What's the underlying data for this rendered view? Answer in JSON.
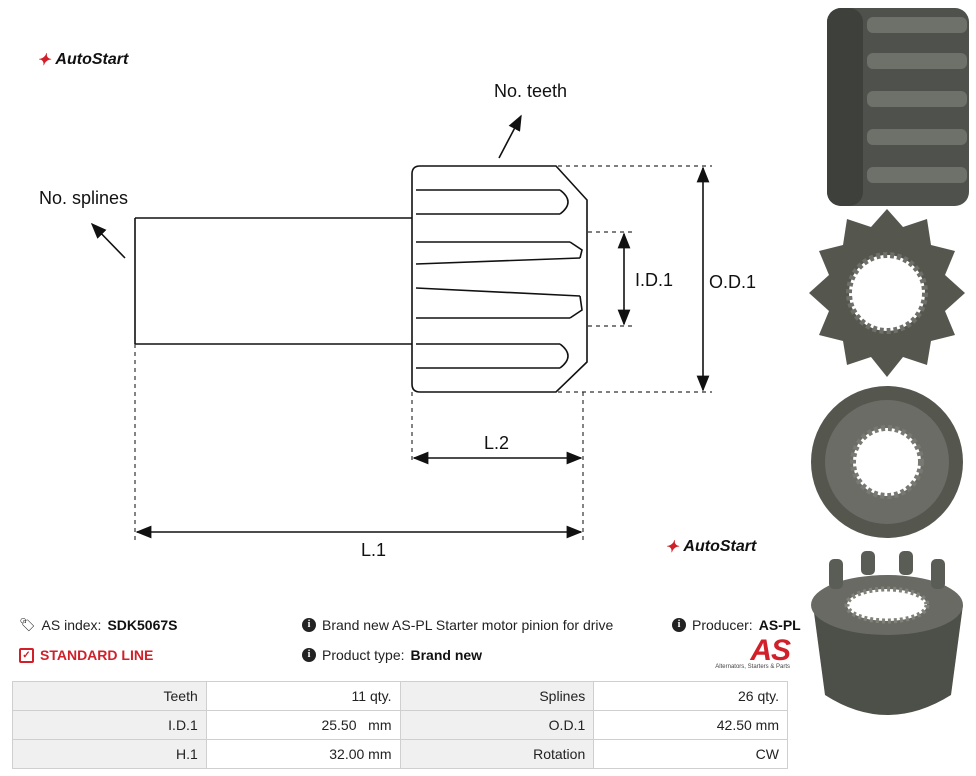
{
  "brand": {
    "name": "AutoStart",
    "mark": "✦"
  },
  "drawing": {
    "no_teeth": "No. teeth",
    "no_splines": "No. splines",
    "id1": "I.D.1",
    "od1": "O.D.1",
    "l2": "L.2",
    "l1": "L.1"
  },
  "info": {
    "as_index_label": "AS index:",
    "as_index_value": "SDK5067S",
    "standard_line": "STANDARD LINE",
    "description": "Brand new AS-PL Starter motor pinion for drive",
    "product_type_label": "Product type:",
    "product_type_value": "Brand new",
    "producer_label": "Producer:",
    "producer_value": "AS-PL",
    "as_logo": "AS",
    "as_logo_sub": "Alternators, Starters & Parts"
  },
  "specs": [
    {
      "label1": "Teeth",
      "value1": "11 qty.",
      "label2": "Splines",
      "value2": "26 qty."
    },
    {
      "label1": "I.D.1",
      "value1": "25.50   mm",
      "label2": "O.D.1",
      "value2": "42.50 mm"
    },
    {
      "label1": "H.1",
      "value1": "32.00 mm",
      "label2": "Rotation",
      "value2": "CW"
    }
  ],
  "colors": {
    "accent": "#d0202a",
    "metal": "#5b5d57"
  }
}
